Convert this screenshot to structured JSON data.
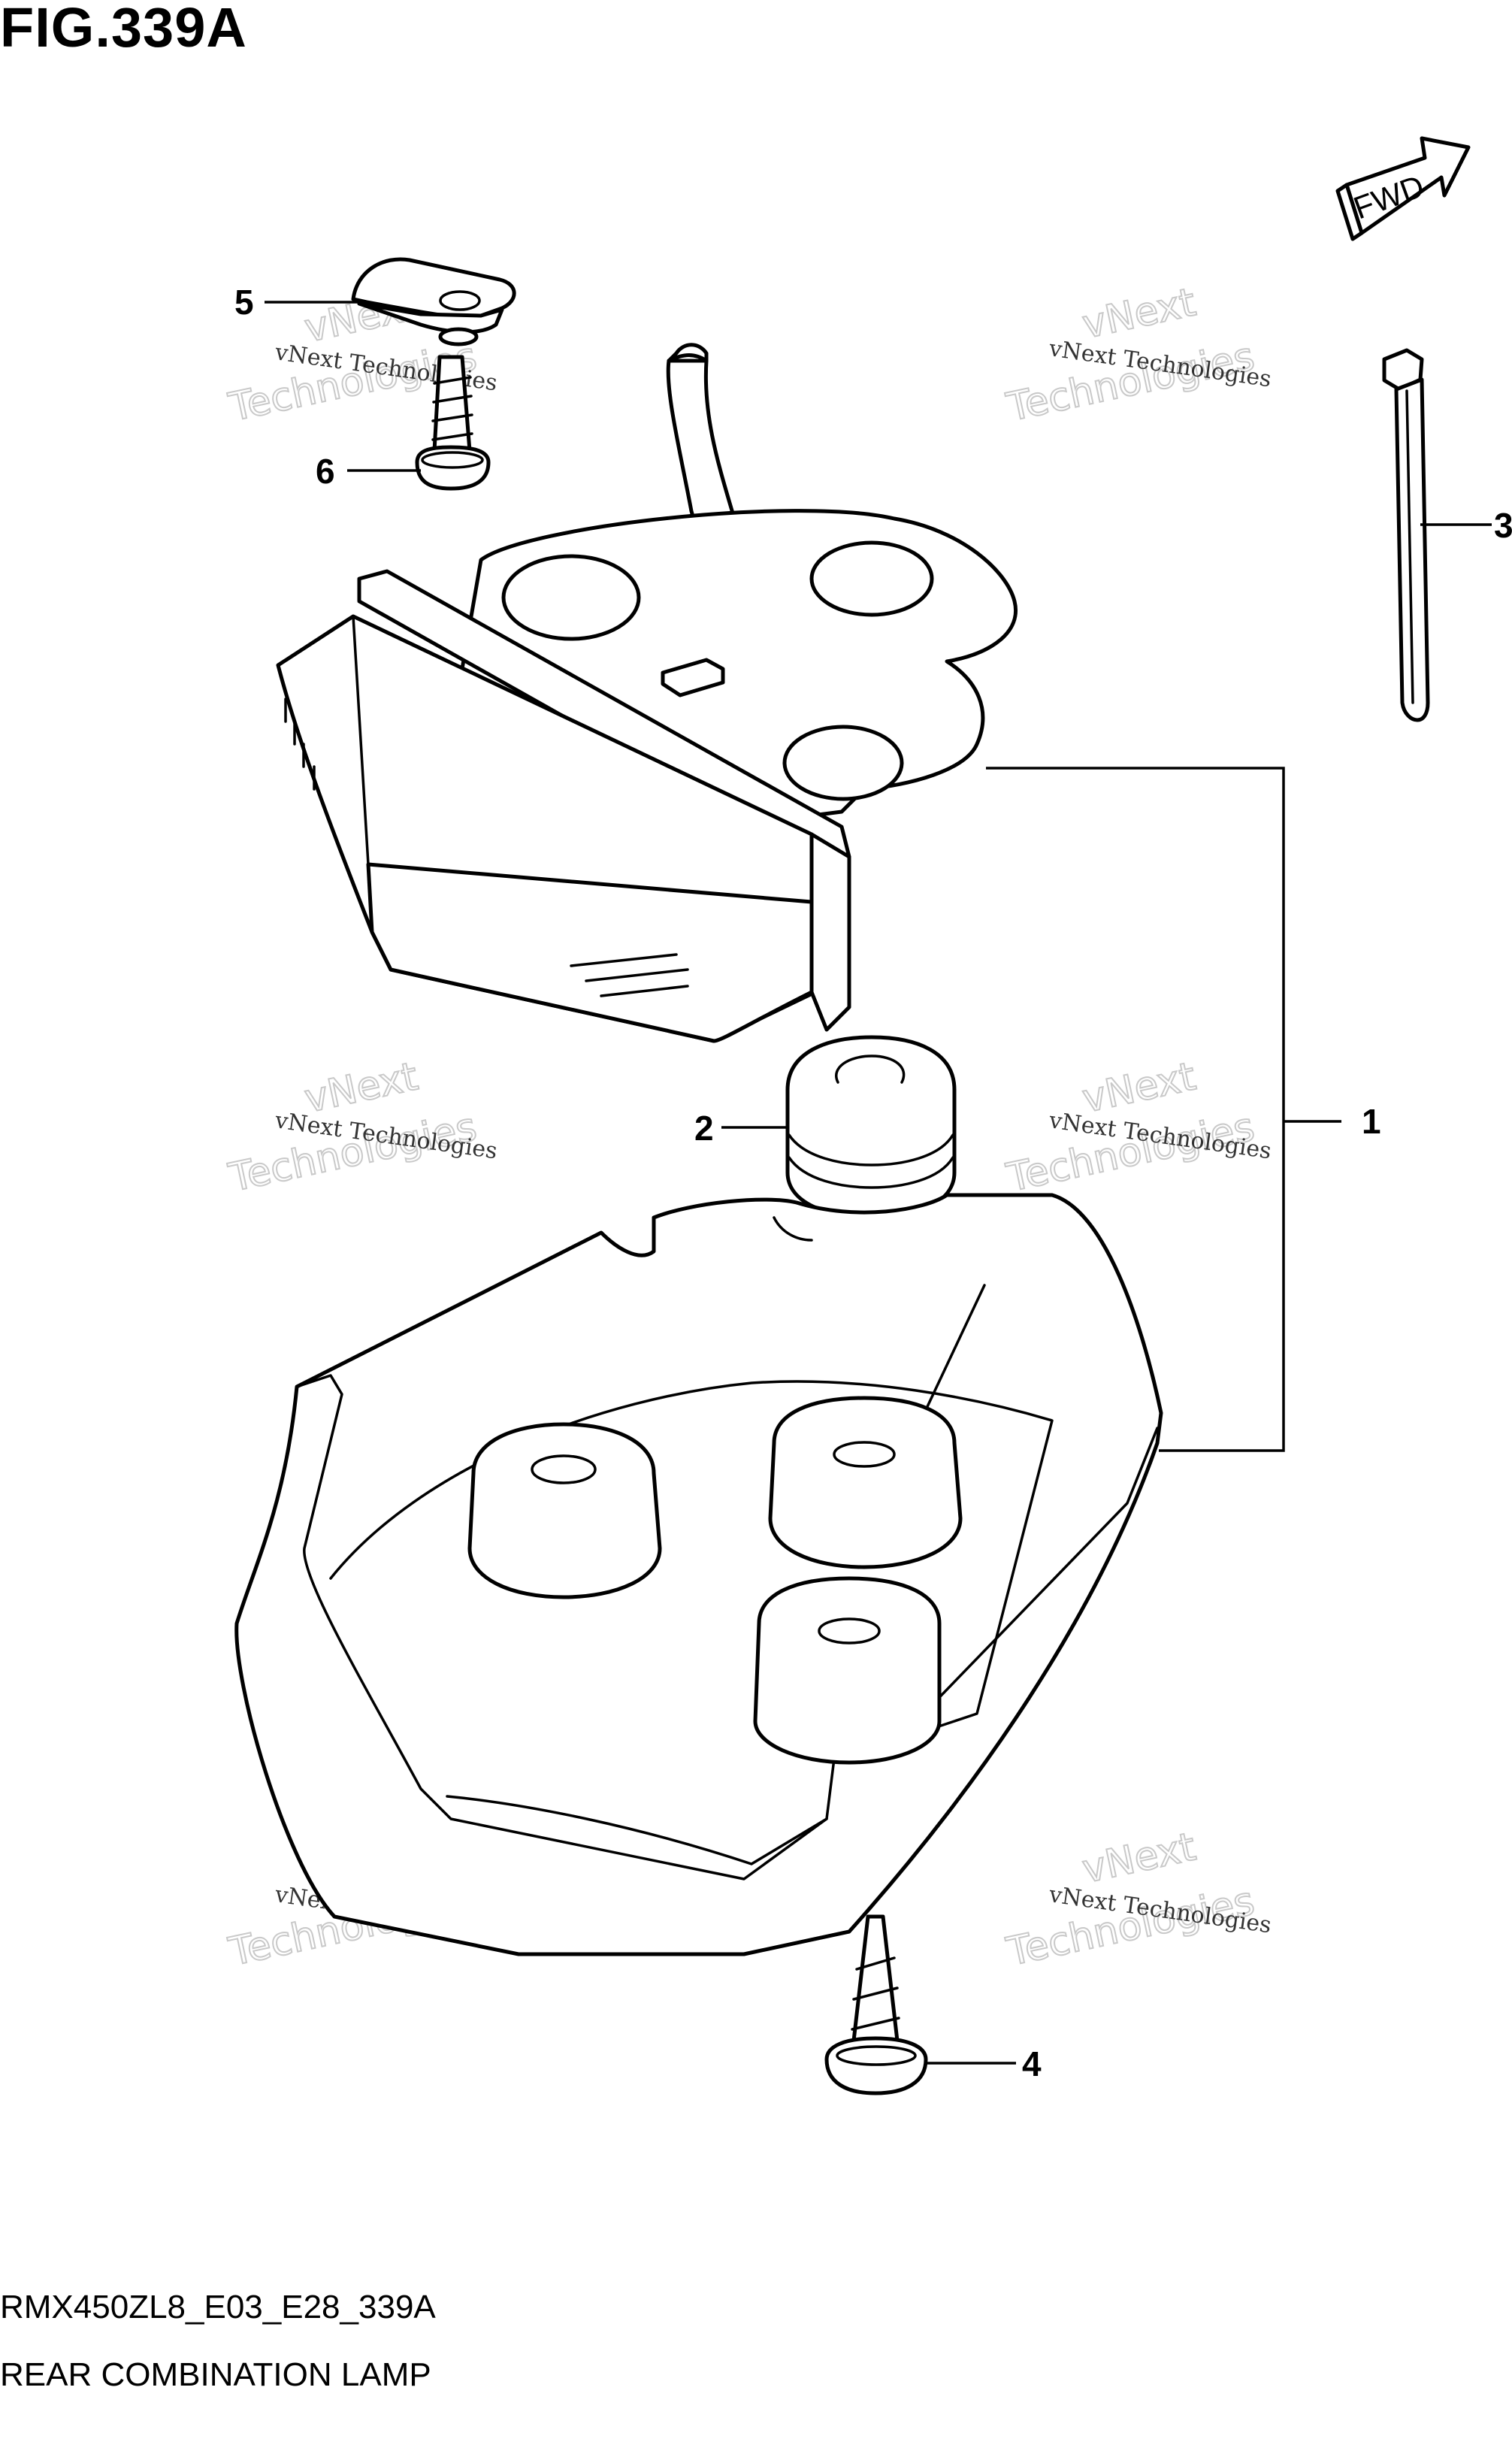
{
  "figure": {
    "title": "FIG.339A",
    "code": "RMX450ZL8_E03_E28_339A",
    "name": "REAR COMBINATION LAMP"
  },
  "direction_badge": {
    "label": "FWD"
  },
  "callouts": [
    {
      "id": "1",
      "label": "1"
    },
    {
      "id": "2",
      "label": "2"
    },
    {
      "id": "3",
      "label": "3"
    },
    {
      "id": "4",
      "label": "4"
    },
    {
      "id": "5",
      "label": "5"
    },
    {
      "id": "6",
      "label": "6"
    }
  ],
  "watermark": {
    "line1": "vNext Technologies",
    "line2": "Technologies",
    "line3": "vNext"
  }
}
